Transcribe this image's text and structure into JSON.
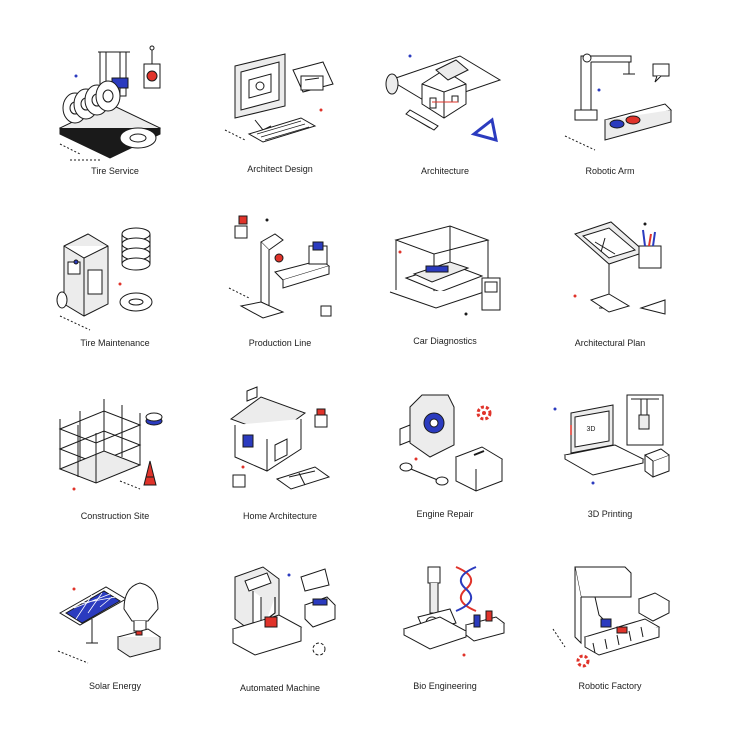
{
  "colors": {
    "stroke": "#1a1a1a",
    "accent_blue": "#2b3bbf",
    "accent_red": "#e0332a",
    "fill_light": "#ececec",
    "fill_white": "#ffffff"
  },
  "icons": [
    {
      "label": "Tire Service",
      "icon": "tire-service-icon"
    },
    {
      "label": "Architect Design",
      "icon": "architect-design-icon"
    },
    {
      "label": "Architecture",
      "icon": "architecture-icon"
    },
    {
      "label": "Robotic Arm",
      "icon": "robotic-arm-icon"
    },
    {
      "label": "Tire Maintenance",
      "icon": "tire-maintenance-icon"
    },
    {
      "label": "Production Line",
      "icon": "production-line-icon"
    },
    {
      "label": "Car Diagnostics",
      "icon": "car-diagnostics-icon"
    },
    {
      "label": "Architectural Plan",
      "icon": "architectural-plan-icon"
    },
    {
      "label": "Construction Site",
      "icon": "construction-site-icon"
    },
    {
      "label": "Home Architecture",
      "icon": "home-architecture-icon"
    },
    {
      "label": "Engine Repair",
      "icon": "engine-repair-icon"
    },
    {
      "label": "3D Printing",
      "icon": "3d-printing-icon"
    },
    {
      "label": "Solar Energy",
      "icon": "solar-energy-icon"
    },
    {
      "label": "Automated Machine",
      "icon": "automated-machine-icon"
    },
    {
      "label": "Bio Engineering",
      "icon": "bio-engineering-icon"
    },
    {
      "label": "Robotic Factory",
      "icon": "robotic-factory-icon"
    }
  ],
  "printer_display": "3D"
}
